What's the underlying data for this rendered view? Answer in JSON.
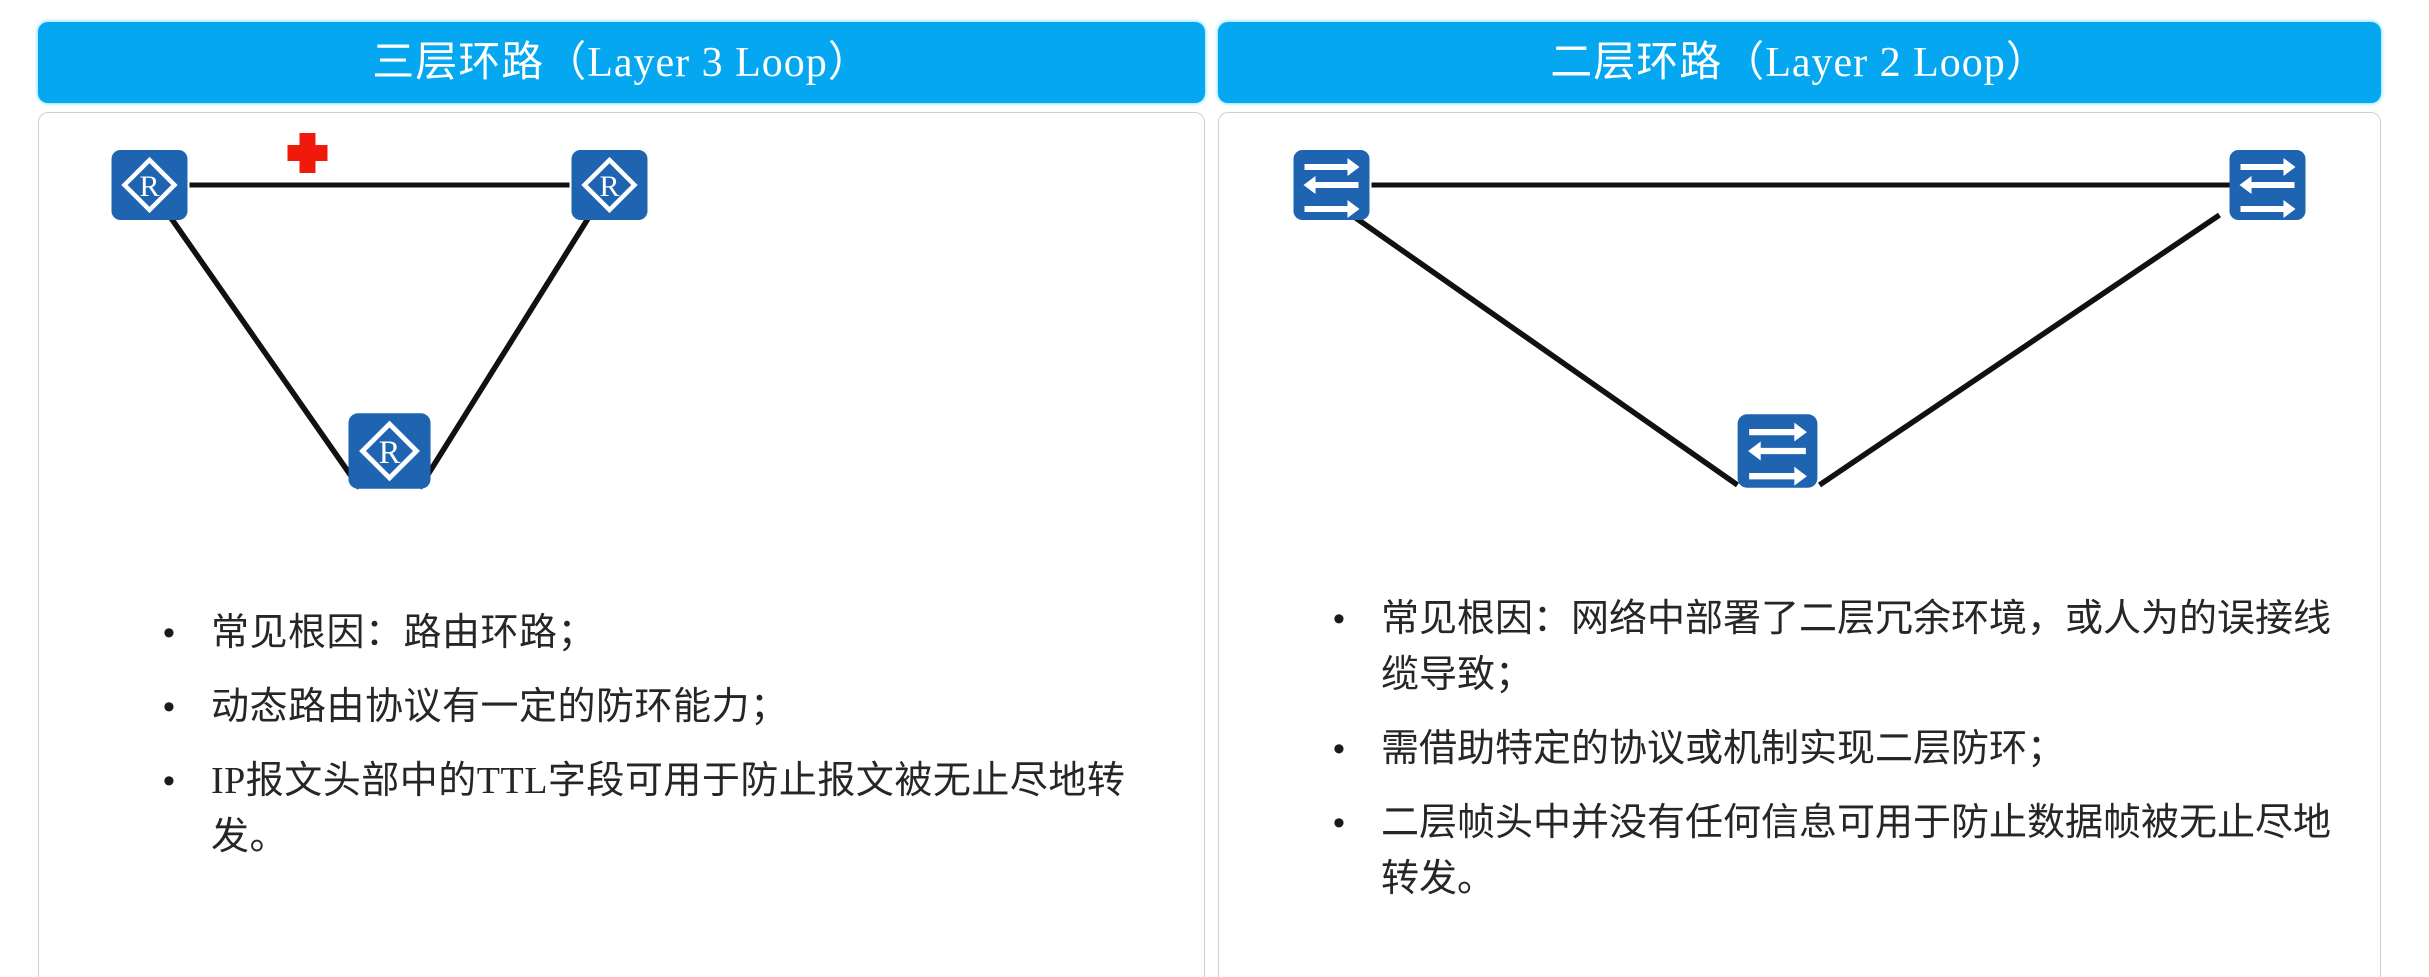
{
  "theme": {
    "header_bg": "#04A7F0",
    "header_text": "#FFFFFF",
    "panel_border": "#CFCFCF",
    "page_bg": "#FFFFFF",
    "node_fill": "#1F64B0",
    "node_glyph": "#FFFFFF",
    "link_color": "#111111",
    "marker_color": "#F01A0C",
    "bullet_text": "#262626"
  },
  "panels": [
    {
      "id": "layer3-loop",
      "header": {
        "title": "三层环路（Layer 3 Loop）"
      },
      "diagram": {
        "topology": "triangle",
        "node_kind": "router",
        "node_glyph": "R",
        "nodes": [
          {
            "name": "router-top-left",
            "label": "R"
          },
          {
            "name": "router-top-right",
            "label": "R"
          },
          {
            "name": "router-bottom",
            "label": "R"
          }
        ],
        "links": [
          {
            "from": "router-top-left",
            "to": "router-top-right"
          },
          {
            "from": "router-top-left",
            "to": "router-bottom"
          },
          {
            "from": "router-top-right",
            "to": "router-bottom"
          }
        ],
        "markers": [
          {
            "name": "red-cross-marker",
            "shape": "plus",
            "color": "#F01A0C"
          }
        ]
      },
      "bullets": [
        {
          "marker": "•",
          "text": "常见根因：路由环路；"
        },
        {
          "marker": "•",
          "text": "动态路由协议有一定的防环能力；"
        },
        {
          "marker": "•",
          "text": "IP报文头部中的TTL字段可用于防止报文被无止尽地转发。"
        }
      ]
    },
    {
      "id": "layer2-loop",
      "header": {
        "title": "二层环路（Layer 2 Loop）"
      },
      "diagram": {
        "topology": "triangle",
        "node_kind": "switch",
        "node_glyph": "arrows",
        "nodes": [
          {
            "name": "switch-top-left",
            "label": ""
          },
          {
            "name": "switch-top-right",
            "label": ""
          },
          {
            "name": "switch-bottom",
            "label": ""
          }
        ],
        "links": [
          {
            "from": "switch-top-left",
            "to": "switch-top-right"
          },
          {
            "from": "switch-top-left",
            "to": "switch-bottom"
          },
          {
            "from": "switch-top-right",
            "to": "switch-bottom"
          }
        ],
        "markers": []
      },
      "bullets": [
        {
          "marker": "•",
          "text": "常见根因：网络中部署了二层冗余环境，或人为的误接线缆导致；"
        },
        {
          "marker": "•",
          "text": "需借助特定的协议或机制实现二层防环；"
        },
        {
          "marker": "•",
          "text": "二层帧头中并没有任何信息可用于防止数据帧被无止尽地转发。"
        }
      ]
    }
  ]
}
